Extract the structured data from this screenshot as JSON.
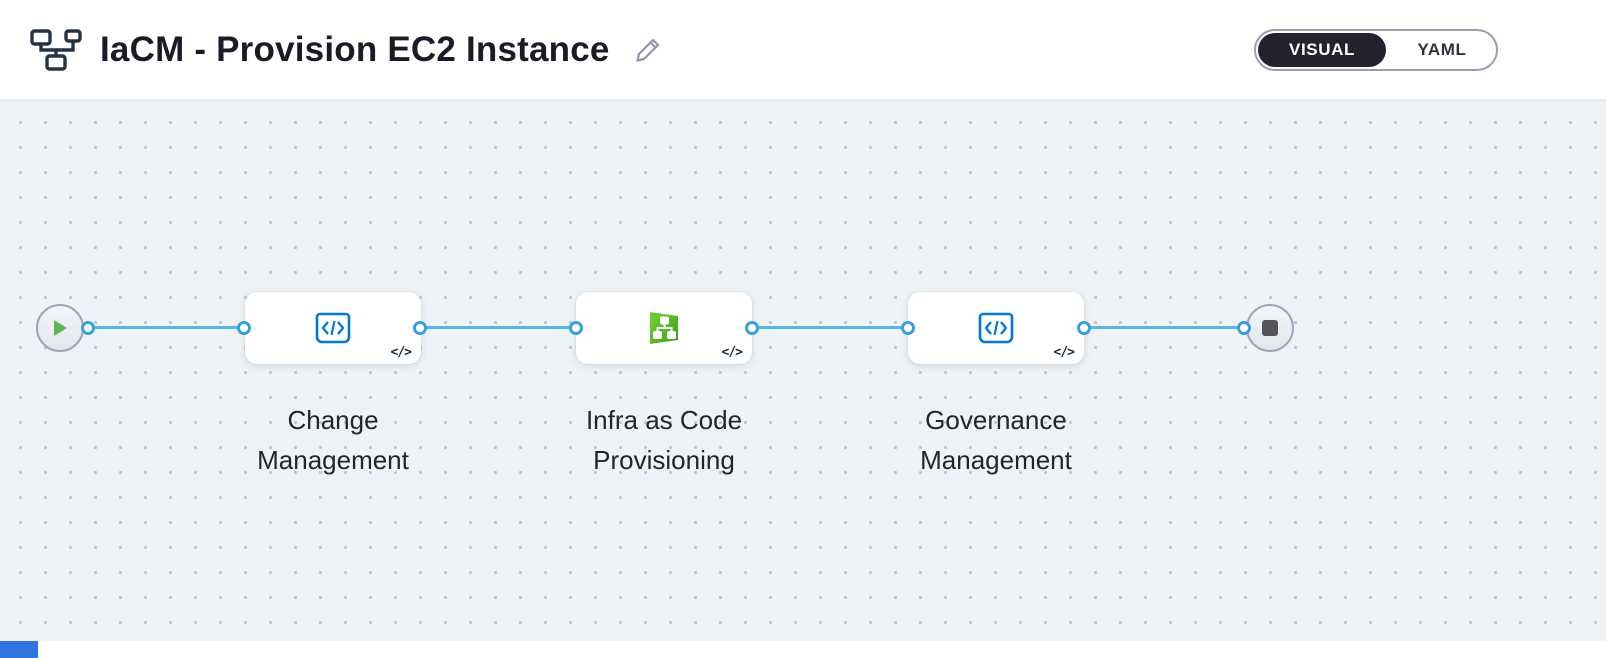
{
  "header": {
    "title": "IaCM - Provision EC2 Instance",
    "icons": [
      "pipeline-graph-icon",
      "edit-pencil-icon"
    ],
    "view_toggle": {
      "options": [
        "VISUAL",
        "YAML"
      ],
      "selected": "VISUAL"
    }
  },
  "pipeline": {
    "start_node": "start",
    "end_node": "end",
    "stages": [
      {
        "label": "Change Management",
        "icon": "code-plugin-stage-icon",
        "code_badge": "</>",
        "icon_color": "#0278d5"
      },
      {
        "label": "Infra as Code Provisioning",
        "icon": "infra-provisioning-stage-icon",
        "code_badge": "</>",
        "icon_color": "#4cb122"
      },
      {
        "label": "Governance Management",
        "icon": "code-plugin-stage-icon",
        "code_badge": "</>",
        "icon_color": "#0278d5"
      }
    ]
  },
  "colors": {
    "connector_blue": "#58b7e9",
    "dot_border_blue": "#3aa0dc",
    "stage_icon_blue": "#0278d5",
    "stage_icon_green": "#4cb122",
    "toggle_selected_bg": "#23222e",
    "play_green": "#63b359",
    "canvas_bg": "#edf3f6",
    "footer_accent_blue": "#2f74e0"
  }
}
